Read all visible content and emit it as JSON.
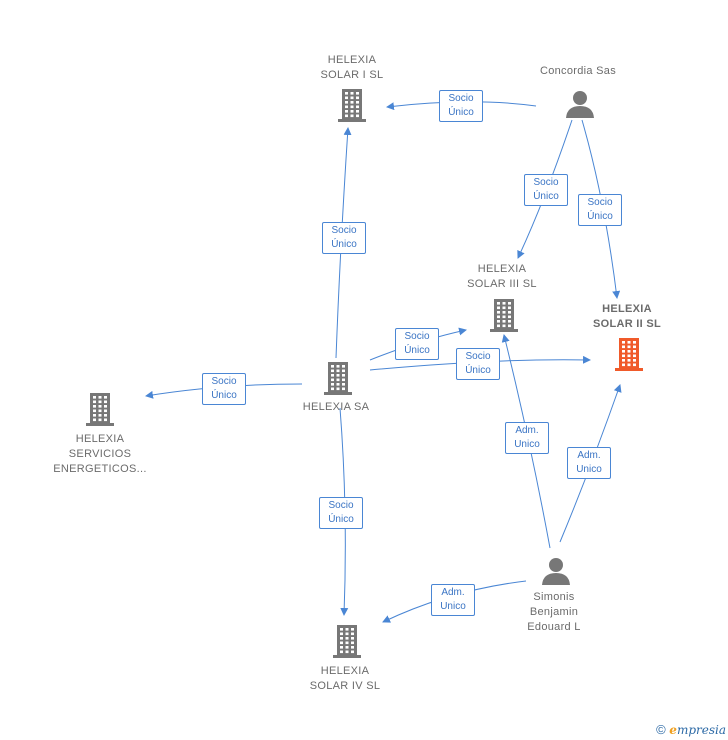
{
  "colors": {
    "edge": "#4a86d4",
    "company": "#777777",
    "highlight": "#f05a2a",
    "person": "#777777"
  },
  "nodes": [
    {
      "id": "solar1",
      "label": "HELEXIA\nSOLAR I  SL",
      "type": "company-icon"
    },
    {
      "id": "concordia",
      "label": "Concordia Sas",
      "type": "person-icon"
    },
    {
      "id": "solar3",
      "label": "HELEXIA\nSOLAR III  SL",
      "type": "company-icon"
    },
    {
      "id": "solar2",
      "label": "HELEXIA\nSOLAR II  SL",
      "type": "company-icon",
      "highlight": true
    },
    {
      "id": "sa",
      "label": "HELEXIA SA",
      "type": "company-icon"
    },
    {
      "id": "servicios",
      "label": "HELEXIA\nSERVICIOS\nENERGETICOS...",
      "type": "company-icon"
    },
    {
      "id": "simonis",
      "label": "Simonis\nBenjamin\nEdouard L",
      "type": "person-icon"
    },
    {
      "id": "solar4",
      "label": "HELEXIA\nSOLAR IV  SL",
      "type": "company-icon"
    }
  ],
  "edges": [
    {
      "line1": "Socio",
      "line2": "Único"
    },
    {
      "line1": "Socio",
      "line2": "Único"
    },
    {
      "line1": "Socio",
      "line2": "Único"
    },
    {
      "line1": "Socio",
      "line2": "Único"
    },
    {
      "line1": "Socio",
      "line2": "Único"
    },
    {
      "line1": "Socio",
      "line2": "Único"
    },
    {
      "line1": "Socio",
      "line2": "Único"
    },
    {
      "line1": "Socio",
      "line2": "Único"
    },
    {
      "line1": "Adm.",
      "line2": "Unico"
    },
    {
      "line1": "Adm.",
      "line2": "Unico"
    },
    {
      "line1": "Adm.",
      "line2": "Unico"
    }
  ],
  "footer": {
    "copyright": "©",
    "brand_e": "e",
    "brand_rest": "mpresia"
  }
}
